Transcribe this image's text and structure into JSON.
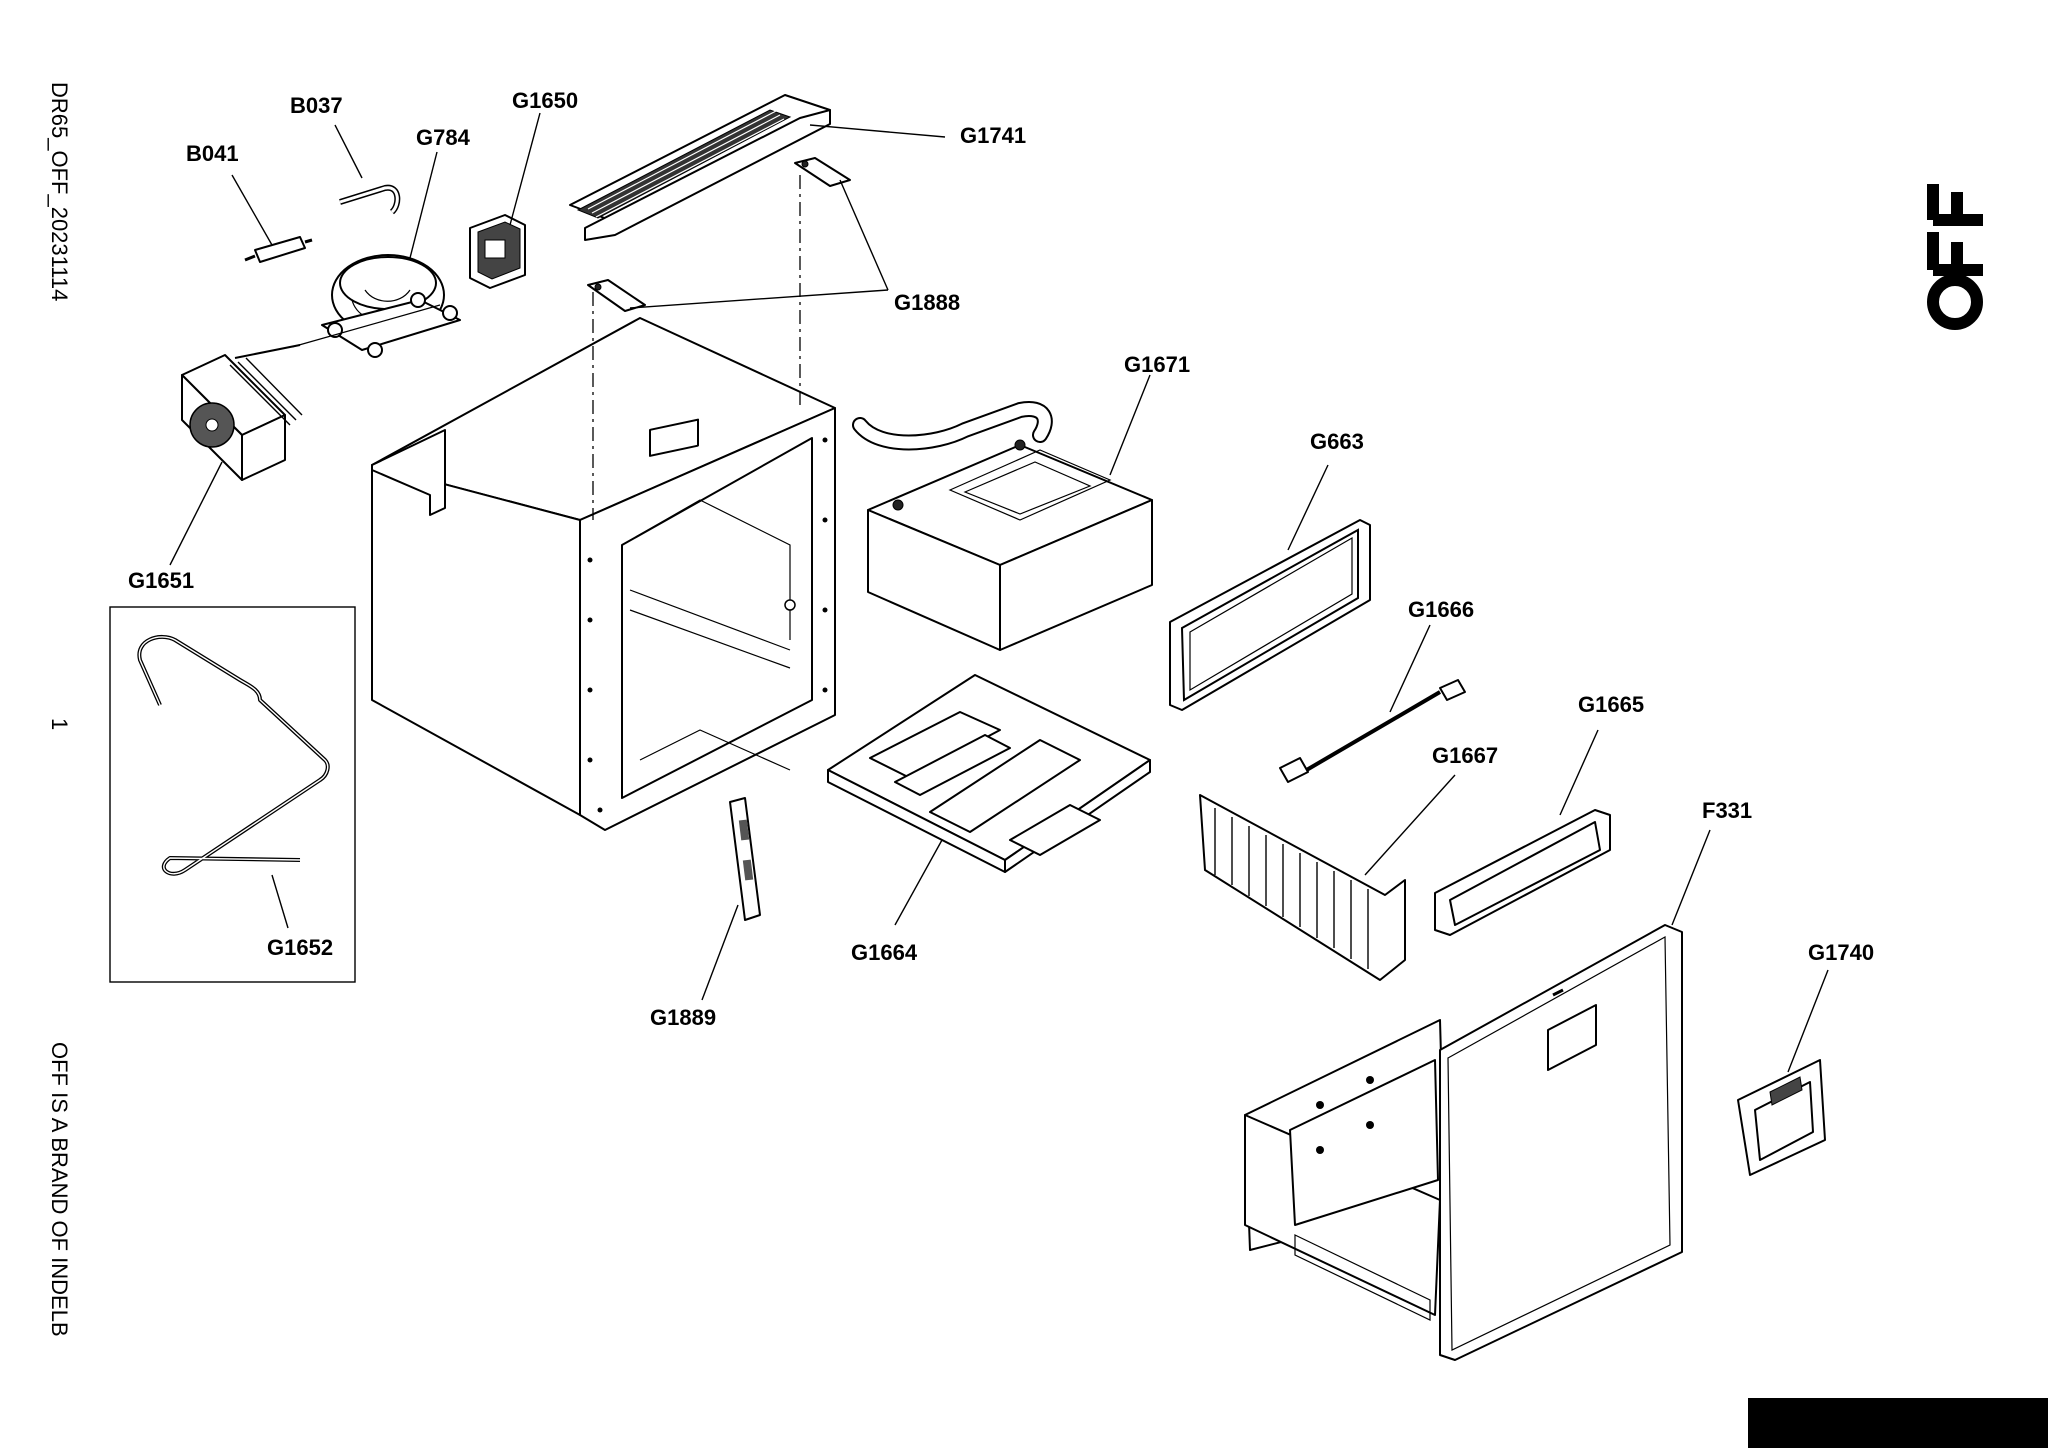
{
  "document": {
    "side_code": "DR65_OFF_20231114",
    "page_number": "1",
    "brand_note": "OFF IS A BRAND OF INDELB"
  },
  "callouts": [
    {
      "id": "B037",
      "label": "B037"
    },
    {
      "id": "G1650",
      "label": "G1650"
    },
    {
      "id": "G784",
      "label": "G784"
    },
    {
      "id": "G1741",
      "label": "G1741"
    },
    {
      "id": "B041",
      "label": "B041"
    },
    {
      "id": "G1888",
      "label": "G1888"
    },
    {
      "id": "G1671",
      "label": "G1671"
    },
    {
      "id": "G663",
      "label": "G663"
    },
    {
      "id": "G1651",
      "label": "G1651"
    },
    {
      "id": "G1666",
      "label": "G1666"
    },
    {
      "id": "G1665",
      "label": "G1665"
    },
    {
      "id": "G1667",
      "label": "G1667"
    },
    {
      "id": "F331",
      "label": "F331"
    },
    {
      "id": "G1652",
      "label": "G1652"
    },
    {
      "id": "G1664",
      "label": "G1664"
    },
    {
      "id": "G1740",
      "label": "G1740"
    },
    {
      "id": "G1889",
      "label": "G1889"
    }
  ],
  "logo": {
    "text": "OFF"
  }
}
